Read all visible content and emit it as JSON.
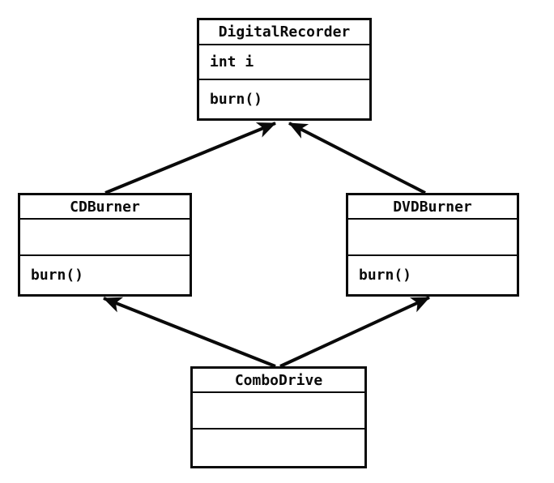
{
  "diagram": {
    "kind": "uml-class-diagram",
    "colors": {
      "line": "#0a0a0a",
      "box_fill": "#ffffff",
      "background": "#ffffff"
    },
    "classes": [
      {
        "id": "digitalrecorder",
        "name": "DigitalRecorder",
        "attributes": [
          "int i"
        ],
        "methods": [
          "burn()"
        ]
      },
      {
        "id": "cdburner",
        "name": "CDBurner",
        "attributes": [
          ""
        ],
        "methods": [
          "burn()"
        ]
      },
      {
        "id": "dvdburner",
        "name": "DVDBurner",
        "attributes": [
          ""
        ],
        "methods": [
          "burn()"
        ]
      },
      {
        "id": "combodrive",
        "name": "ComboDrive",
        "attributes": [
          ""
        ],
        "methods": [
          ""
        ]
      }
    ],
    "edges": [
      {
        "from": "CDBurner",
        "to": "DigitalRecorder",
        "type": "inheritance-arrow"
      },
      {
        "from": "DVDBurner",
        "to": "DigitalRecorder",
        "type": "inheritance-arrow"
      },
      {
        "from": "ComboDrive",
        "to": "CDBurner",
        "type": "inheritance-arrow"
      },
      {
        "from": "ComboDrive",
        "to": "DVDBurner",
        "type": "inheritance-arrow"
      }
    ]
  }
}
